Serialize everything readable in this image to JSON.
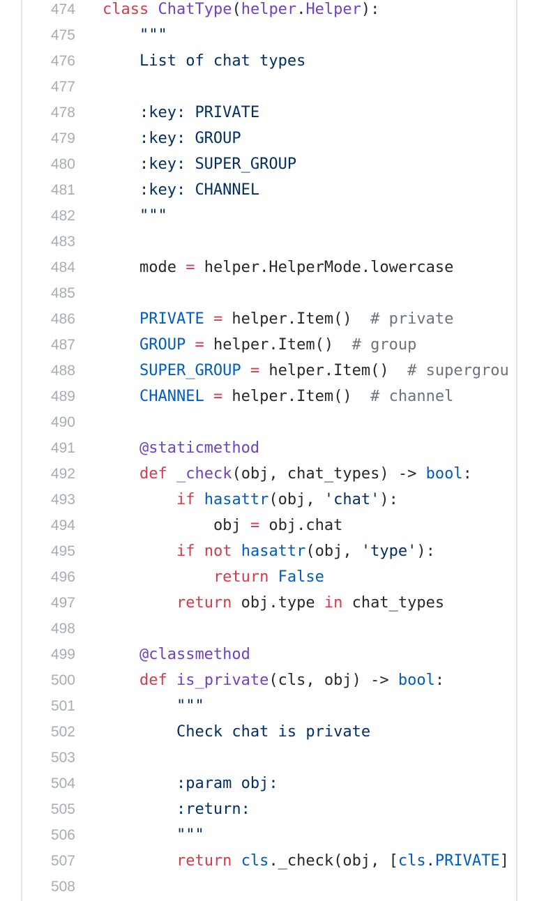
{
  "colors": {
    "keyword": "#d73a49",
    "function": "#6f42c1",
    "builtin": "#005cc5",
    "string": "#032f62",
    "comment": "#6a737d",
    "text": "#24292e",
    "line_number": "#a6adb4"
  },
  "code_view": {
    "lines": [
      {
        "num": "474",
        "indent": 0,
        "tokens": [
          {
            "t": "class",
            "c": "kw"
          },
          {
            "t": " "
          },
          {
            "t": "ChatType",
            "c": "fn"
          },
          {
            "t": "("
          },
          {
            "t": "helper",
            "c": "fn"
          },
          {
            "t": "."
          },
          {
            "t": "Helper",
            "c": "fn"
          },
          {
            "t": "):"
          }
        ]
      },
      {
        "num": "475",
        "indent": 1,
        "tokens": [
          {
            "t": "\"\"\"",
            "c": "str"
          }
        ]
      },
      {
        "num": "476",
        "indent": 1,
        "tokens": [
          {
            "t": "List of chat types",
            "c": "str"
          }
        ]
      },
      {
        "num": "477",
        "indent": 0,
        "tokens": []
      },
      {
        "num": "478",
        "indent": 1,
        "tokens": [
          {
            "t": ":key: PRIVATE",
            "c": "str"
          }
        ]
      },
      {
        "num": "479",
        "indent": 1,
        "tokens": [
          {
            "t": ":key: GROUP",
            "c": "str"
          }
        ]
      },
      {
        "num": "480",
        "indent": 1,
        "tokens": [
          {
            "t": ":key: SUPER_GROUP",
            "c": "str"
          }
        ]
      },
      {
        "num": "481",
        "indent": 1,
        "tokens": [
          {
            "t": ":key: CHANNEL",
            "c": "str"
          }
        ]
      },
      {
        "num": "482",
        "indent": 1,
        "tokens": [
          {
            "t": "\"\"\"",
            "c": "str"
          }
        ]
      },
      {
        "num": "483",
        "indent": 0,
        "tokens": []
      },
      {
        "num": "484",
        "indent": 1,
        "tokens": [
          {
            "t": "mode "
          },
          {
            "t": "=",
            "c": "kw"
          },
          {
            "t": " helper.HelperMode.lowercase"
          }
        ]
      },
      {
        "num": "485",
        "indent": 0,
        "tokens": []
      },
      {
        "num": "486",
        "indent": 1,
        "tokens": [
          {
            "t": "PRIVATE",
            "c": "bl"
          },
          {
            "t": " "
          },
          {
            "t": "=",
            "c": "kw"
          },
          {
            "t": " helper.Item()  "
          },
          {
            "t": "# private",
            "c": "cm"
          }
        ]
      },
      {
        "num": "487",
        "indent": 1,
        "tokens": [
          {
            "t": "GROUP",
            "c": "bl"
          },
          {
            "t": " "
          },
          {
            "t": "=",
            "c": "kw"
          },
          {
            "t": " helper.Item()  "
          },
          {
            "t": "# group",
            "c": "cm"
          }
        ]
      },
      {
        "num": "488",
        "indent": 1,
        "tokens": [
          {
            "t": "SUPER_GROUP",
            "c": "bl"
          },
          {
            "t": " "
          },
          {
            "t": "=",
            "c": "kw"
          },
          {
            "t": " helper.Item()  "
          },
          {
            "t": "# supergrou",
            "c": "cm"
          }
        ]
      },
      {
        "num": "489",
        "indent": 1,
        "tokens": [
          {
            "t": "CHANNEL",
            "c": "bl"
          },
          {
            "t": " "
          },
          {
            "t": "=",
            "c": "kw"
          },
          {
            "t": " helper.Item()  "
          },
          {
            "t": "# channel",
            "c": "cm"
          }
        ]
      },
      {
        "num": "490",
        "indent": 0,
        "tokens": []
      },
      {
        "num": "491",
        "indent": 1,
        "tokens": [
          {
            "t": "@staticmethod",
            "c": "fn"
          }
        ]
      },
      {
        "num": "492",
        "indent": 1,
        "tokens": [
          {
            "t": "def",
            "c": "kw"
          },
          {
            "t": " "
          },
          {
            "t": "_check",
            "c": "fn"
          },
          {
            "t": "(obj, chat_types) -> "
          },
          {
            "t": "bool",
            "c": "bl"
          },
          {
            "t": ":"
          }
        ]
      },
      {
        "num": "493",
        "indent": 2,
        "tokens": [
          {
            "t": "if",
            "c": "kw"
          },
          {
            "t": " "
          },
          {
            "t": "hasattr",
            "c": "bl"
          },
          {
            "t": "(obj, "
          },
          {
            "t": "'chat'",
            "c": "str"
          },
          {
            "t": "):"
          }
        ]
      },
      {
        "num": "494",
        "indent": 3,
        "tokens": [
          {
            "t": "obj "
          },
          {
            "t": "=",
            "c": "kw"
          },
          {
            "t": " obj.chat"
          }
        ]
      },
      {
        "num": "495",
        "indent": 2,
        "tokens": [
          {
            "t": "if",
            "c": "kw"
          },
          {
            "t": " "
          },
          {
            "t": "not",
            "c": "kw"
          },
          {
            "t": " "
          },
          {
            "t": "hasattr",
            "c": "bl"
          },
          {
            "t": "(obj, "
          },
          {
            "t": "'type'",
            "c": "str"
          },
          {
            "t": "):"
          }
        ]
      },
      {
        "num": "496",
        "indent": 3,
        "tokens": [
          {
            "t": "return",
            "c": "kw"
          },
          {
            "t": " "
          },
          {
            "t": "False",
            "c": "bl"
          }
        ]
      },
      {
        "num": "497",
        "indent": 2,
        "tokens": [
          {
            "t": "return",
            "c": "kw"
          },
          {
            "t": " obj.type "
          },
          {
            "t": "in",
            "c": "kw"
          },
          {
            "t": " chat_types"
          }
        ]
      },
      {
        "num": "498",
        "indent": 0,
        "tokens": []
      },
      {
        "num": "499",
        "indent": 1,
        "tokens": [
          {
            "t": "@classmethod",
            "c": "fn"
          }
        ]
      },
      {
        "num": "500",
        "indent": 1,
        "tokens": [
          {
            "t": "def",
            "c": "kw"
          },
          {
            "t": " "
          },
          {
            "t": "is_private",
            "c": "fn"
          },
          {
            "t": "(cls, obj) -> "
          },
          {
            "t": "bool",
            "c": "bl"
          },
          {
            "t": ":"
          }
        ]
      },
      {
        "num": "501",
        "indent": 2,
        "tokens": [
          {
            "t": "\"\"\"",
            "c": "str"
          }
        ]
      },
      {
        "num": "502",
        "indent": 2,
        "tokens": [
          {
            "t": "Check chat is private",
            "c": "str"
          }
        ]
      },
      {
        "num": "503",
        "indent": 0,
        "tokens": []
      },
      {
        "num": "504",
        "indent": 2,
        "tokens": [
          {
            "t": ":param obj:",
            "c": "str"
          }
        ]
      },
      {
        "num": "505",
        "indent": 2,
        "tokens": [
          {
            "t": ":return:",
            "c": "str"
          }
        ]
      },
      {
        "num": "506",
        "indent": 2,
        "tokens": [
          {
            "t": "\"\"\"",
            "c": "str"
          }
        ]
      },
      {
        "num": "507",
        "indent": 2,
        "tokens": [
          {
            "t": "return",
            "c": "kw"
          },
          {
            "t": " "
          },
          {
            "t": "cls",
            "c": "bl"
          },
          {
            "t": "._check(obj, ["
          },
          {
            "t": "cls",
            "c": "bl"
          },
          {
            "t": "."
          },
          {
            "t": "PRIVATE",
            "c": "bl"
          },
          {
            "t": "]"
          }
        ]
      },
      {
        "num": "508",
        "indent": 0,
        "tokens": []
      }
    ]
  }
}
